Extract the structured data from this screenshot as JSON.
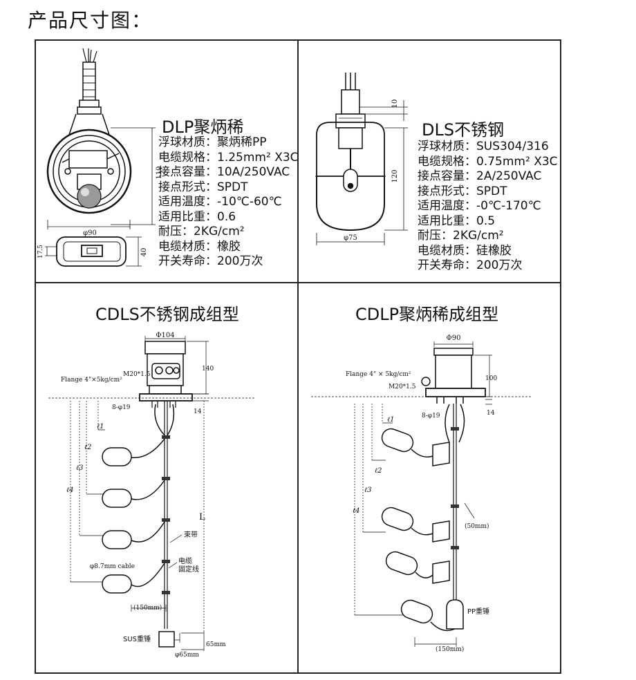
{
  "page_title": "产品尺寸图：",
  "dlp": {
    "title": "DLP聚炳稀",
    "specs": [
      "浮球材质：聚炳稀PP",
      "电缆规格：1.25mm² X3C",
      "接点容量：10A/250VAC",
      "接点形式：SPDT",
      "适用温度：-10℃-60℃",
      "适用比重：0.6",
      "耐压：2KG/cm²",
      "电缆材质：橡胶",
      "开关寿命：200万次"
    ],
    "dims": {
      "height": "110",
      "diameter": "φ90",
      "side_height": "40",
      "side_small": "17.5"
    }
  },
  "dls": {
    "title": "DLS不锈钢",
    "specs": [
      "浮球材质：SUS304/316",
      "电缆规格：0.75mm² X3C",
      "接点容量：2A/250VAC",
      "接点形式：SPDT",
      "适用温度：-0℃-170℃",
      "适用比重：0.5",
      "耐压：2KG/cm²",
      "电缆材质：硅橡胶",
      "开关寿命：200万次"
    ],
    "dims": {
      "top": "10",
      "height": "120",
      "diameter": "φ75"
    }
  },
  "cdls": {
    "title": "CDLS不锈钢成组型",
    "labels": {
      "head_dia": "Φ104",
      "head_h": "140",
      "m20": "M20*1.5",
      "flange": "Flange 4\"×5kg/cm²",
      "holes": "8-φ19",
      "flange_t": "14",
      "l1": "ℓ1",
      "l2": "ℓ2",
      "l3": "ℓ3",
      "l4": "ℓ4",
      "L": "L",
      "band": "束带",
      "cable": "φ8.7mm cable",
      "cable_fix": "电缆",
      "cable_fix2": "固定线",
      "offset": "(150mm)",
      "weight": "SUS重锤",
      "weight_h": "65mm",
      "weight_d": "φ65mm"
    }
  },
  "cdlp": {
    "title": "CDLP聚炳稀成组型",
    "labels": {
      "head_dia": "Φ90",
      "head_h": "100",
      "flange": "Flange 4\" × 5kg/cm²",
      "m20": "M20*1.5",
      "holes": "8-φ19",
      "flange_t": "14",
      "l1": "ℓ1",
      "l2": "ℓ2",
      "l3": "ℓ3",
      "l4": "ℓ4",
      "gap": "(50mm)",
      "weight": "PP重锤",
      "offset": "(150mm)"
    }
  }
}
